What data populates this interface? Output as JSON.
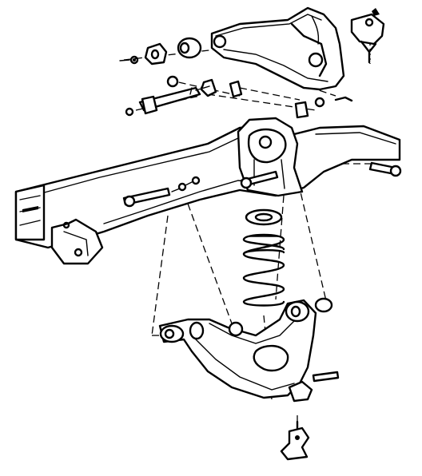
{
  "figure": {
    "background": "#ffffff",
    "ink": "#000000",
    "parts": [
      "frame-rail",
      "upper-control-arm",
      "upper-ball-joint",
      "upper-pivot-shaft",
      "upper-bushings",
      "coil-spring",
      "spring-insulator",
      "lower-control-arm",
      "lower-ball-joint",
      "lower-bushings",
      "frame-bracket",
      "mounting-bolts"
    ]
  }
}
